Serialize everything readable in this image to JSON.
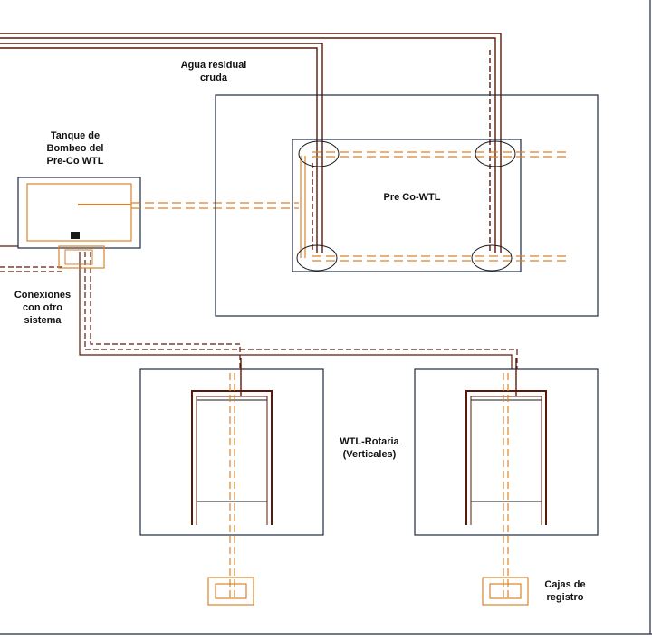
{
  "labels": {
    "raw_water": [
      "Agua residual",
      "cruda"
    ],
    "pump_tank": [
      "Tanque de",
      "Bombeo del",
      "Pre-Co WTL"
    ],
    "pre_co": "Pre Co-WTL",
    "connections": [
      "Conexiones",
      "con otro",
      "sistema"
    ],
    "wtl_rotary": [
      "WTL-Rotaria",
      "(Verticales)"
    ],
    "boxes": [
      "Cajas de",
      "registro"
    ]
  },
  "colors": {
    "dark_pipe": "#5a1a0a",
    "orange_pipe": "#d9822b",
    "frame": "#1e2a40",
    "text": "#111111"
  }
}
